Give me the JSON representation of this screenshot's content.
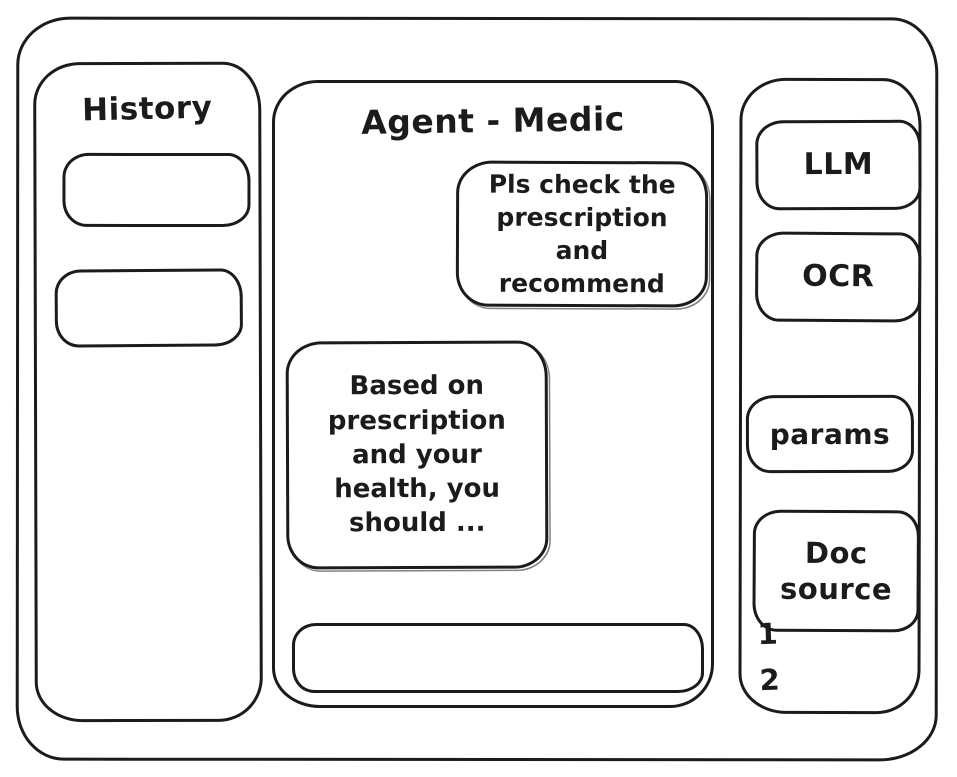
{
  "app": {
    "title": "Agent - Medic",
    "style": "hand-drawn wireframe",
    "colors": {
      "ink": "#1b1b1b",
      "background": "#ffffff"
    }
  },
  "history_panel": {
    "title": "History",
    "items": [
      {
        "label": ""
      },
      {
        "label": ""
      }
    ]
  },
  "chat_panel": {
    "title": "Agent - Medic",
    "messages": [
      {
        "role": "user",
        "text": "Pls check the prescription and recommend"
      },
      {
        "role": "assistant",
        "text": "Based on prescription and your health, you should ..."
      }
    ],
    "input": {
      "value": "",
      "placeholder": ""
    }
  },
  "tools_panel": {
    "buttons": [
      {
        "label": "LLM"
      },
      {
        "label": "OCR"
      },
      {
        "label": "params"
      },
      {
        "label": "Doc source"
      }
    ],
    "doc_source_list": [
      {
        "number": "1"
      },
      {
        "number": "2"
      }
    ]
  }
}
